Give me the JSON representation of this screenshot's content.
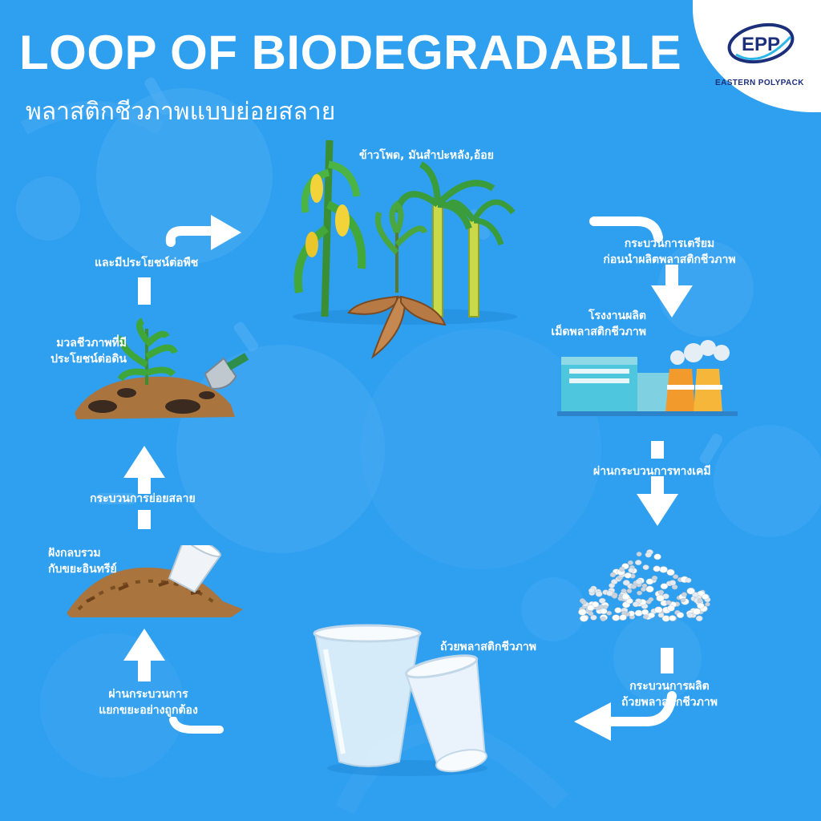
{
  "header": {
    "title": "LOOP OF BIODEGRADABLE",
    "subtitle": "พลาสติกชีวภาพแบบย่อยสลาย"
  },
  "logo": {
    "mark": "EPP",
    "name": "EASTERN POLYPACK"
  },
  "colors": {
    "background": "#2f9ff0",
    "text": "#ffffff",
    "logo_blue": "#1c2f7a",
    "logo_accent": "#2bb7e8"
  },
  "steps": {
    "crops": "ข้าวโพด, มันสำปะหลัง,อ้อย",
    "prep_line1": "กระบวนการเตรียม",
    "prep_line2": "ก่อนนำผลิตพลาสติกชีวภาพ",
    "factory_line1": "โรงงานผลิต",
    "factory_line2": "เม็ดพลาสติกชีวภาพ",
    "chemical": "ผ่านกระบวนการทางเคมี",
    "produce_line1": "กระบวนการผลิต",
    "produce_line2": "ถ้วยพลาสติกชีวภาพ",
    "cup": "ถ้วยพลาสติกชีวภาพ",
    "sort_line1": "ผ่านกระบวนการ",
    "sort_line2": "แยกขยะอย่างถูกต้อง",
    "bury_line1": "ฝังกลบรวม",
    "bury_line2": "กับขยะอินทรีย์",
    "decompose": "กระบวนการย่อยสลาย",
    "biomass_line1": "มวลชีวภาพที่มี",
    "biomass_line2": "ประโยชน์ต่อดิน",
    "plants": "และมีประโยชน์ต่อพืช"
  },
  "icons": {
    "crops": "corn-cassava-sugarcane-illustration",
    "factory": "factory-illustration",
    "pellets": "plastic-pellets-illustration",
    "cups": "clear-cups-illustration",
    "landfill": "soil-pile-with-cup-illustration",
    "biomass": "soil-with-seedling-illustration",
    "arrow": "arrow-icon"
  }
}
